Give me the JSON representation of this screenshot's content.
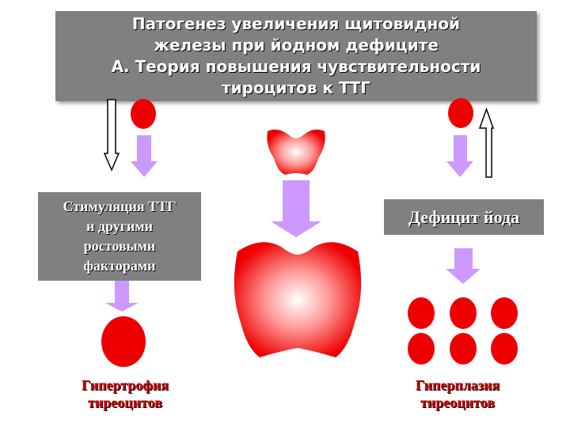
{
  "title": {
    "line1": "Патогенез увеличения щитовидной",
    "line2": "железы при йодном дефиците",
    "line3": "А. Теория повышения чувствительности",
    "line4": "тироцитов к ТТГ"
  },
  "left_box": {
    "line1": "Стимуляция ТТГ",
    "line2": "и другими",
    "line3": "ростовыми",
    "line4": "факторами"
  },
  "right_box": {
    "label": "Дефицит йода"
  },
  "captions": {
    "left_line1": "Гипертрофия",
    "left_line2": "тиреоцитов",
    "right_line1": "Гиперплазия",
    "right_line2": "тиреоцитов"
  },
  "colors": {
    "cell_red": "#ee0000",
    "arrow_violet": "#cc99ff",
    "box_gray": "#808080",
    "caption_red": "#cc0000"
  }
}
